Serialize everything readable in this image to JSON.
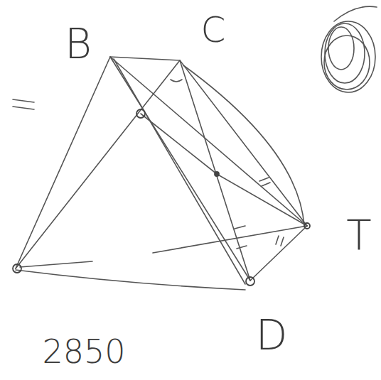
{
  "diagram": {
    "labels": [
      "B",
      "C",
      "T",
      "D",
      "2850"
    ]
  }
}
